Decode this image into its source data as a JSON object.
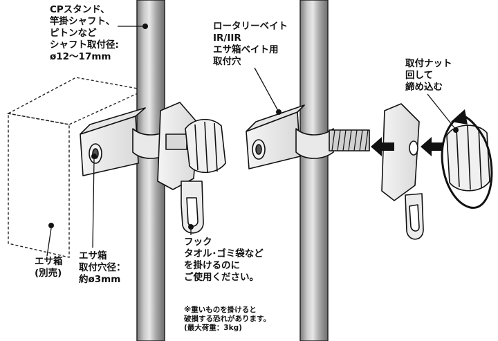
{
  "labels": {
    "shaft": [
      "CPスタンド、",
      "竿掛シャフト、",
      "ピトンなど",
      "シャフト取付径:",
      "ø12〜17mm"
    ],
    "rotary": [
      "ロータリーベイト",
      "IR/IIR",
      "エサ箱ベイト用",
      "取付穴"
    ],
    "nut": [
      "取付ナット",
      "回して",
      "締め込む"
    ],
    "bait_box": [
      "エサ箱",
      "(別売)"
    ],
    "box_hole": [
      "エサ箱",
      "取付穴径：",
      "約ø3mm"
    ],
    "hook": [
      "フック",
      "タオル･ゴミ袋など",
      "を掛けるのに",
      "ご使用ください。"
    ],
    "note": [
      "※重いものを掛けると",
      "破損する恐れがあります。",
      "(最大荷重：3kg)"
    ]
  }
}
